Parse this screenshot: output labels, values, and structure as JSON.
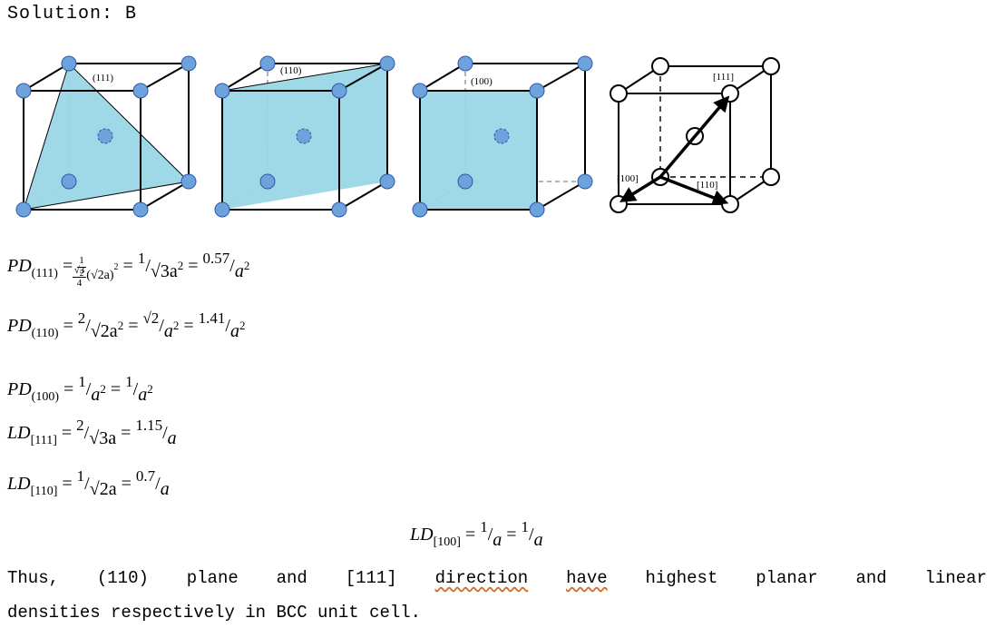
{
  "header": {
    "solution": "Solution:  B"
  },
  "figures": {
    "cube1_label": "(111)",
    "cube2_label": "(110)",
    "cube3_label": "(100)",
    "cube4_labels": {
      "d111": "[111]",
      "d100": "[100]",
      "d110": "[110]"
    },
    "colors": {
      "plane": "#9ad6e6",
      "atom": "#6ea2dd",
      "atom_stroke": "#2e5aa6"
    }
  },
  "equations": {
    "pd111": {
      "prefix": "PD",
      "sub": "(111)",
      "frac_num": "1",
      "frac_den_top": "2",
      "frac_den": "√3",
      "frac_den_bottom": "4",
      "base": "(√2a)",
      "pow": "2",
      "r1_num": "1",
      "r1_den": "√3a",
      "r1_pow": "2",
      "val": "0.57",
      "den": "a",
      "den_pow": "2"
    },
    "pd110": {
      "prefix": "PD",
      "sub": "(110)",
      "r1_num": "2",
      "r1_den": "√2a",
      "r1_pow": "2",
      "r2_num": "√2",
      "r2_den": "a",
      "r2_pow": "2",
      "val": "1.41",
      "den": "a",
      "den_pow": "2"
    },
    "pd100": {
      "prefix": "PD",
      "sub": "(100)",
      "r1_num": "1",
      "r1_den": "a",
      "r1_pow": "2",
      "r2_num": "1",
      "r2_den": "a",
      "r2_pow": "2"
    },
    "ld111": {
      "prefix": "LD",
      "sub": "[111]",
      "r1_num": "2",
      "r1_den": "√3a",
      "val": "1.15",
      "den": "a"
    },
    "ld110": {
      "prefix": "LD",
      "sub": "[110]",
      "r1_num": "1",
      "r1_den": "√2a",
      "val": "0.7",
      "den": "a"
    },
    "ld100": {
      "prefix": "LD",
      "sub": "[100]",
      "r1_num": "1",
      "r1_den": "a",
      "r2_num": "1",
      "r2_den": "a"
    }
  },
  "conclusion": {
    "w1": "Thus,",
    "w2": "(110)",
    "w3": "plane",
    "w4": "and",
    "w5": "[111]",
    "w6": "direction",
    "w7": "have",
    "w8": "highest",
    "w9": "planar",
    "w10": "and",
    "w11": "linear",
    "line2": "densities respectively in BCC unit cell."
  }
}
